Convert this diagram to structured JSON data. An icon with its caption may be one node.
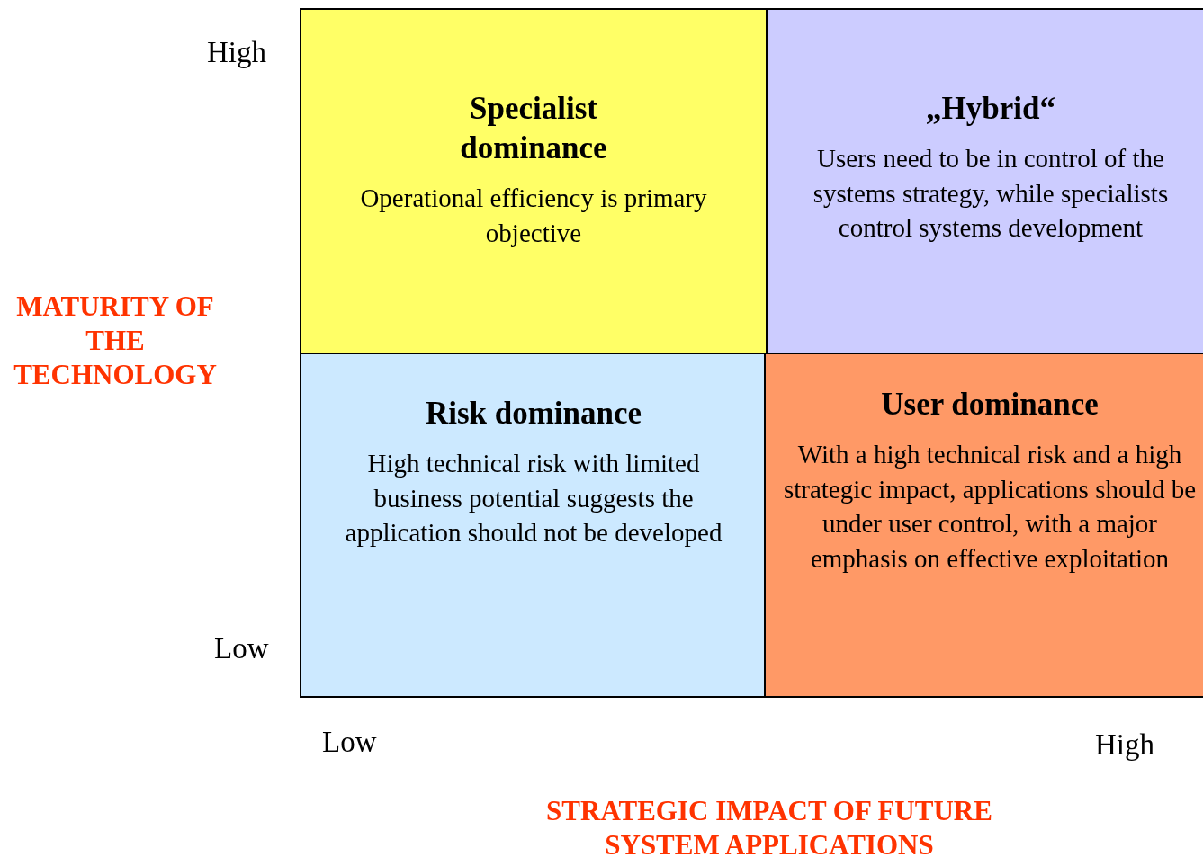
{
  "diagram": {
    "nodes": [
      {
        "text": [
          "Specialist dominance",
          "Operational efficiency is primary objective"
        ]
      },
      {
        "text": [
          "„Hybrid“",
          "Users need to be in control of the systems strategy, while specialists control systems development"
        ]
      },
      {
        "text": [
          "Risk dominance",
          "High technical risk with limited business potential suggests the application should not be developed"
        ]
      },
      {
        "text": [
          "User dominance",
          "With a high technical risk and a high strategic impact, applications should be under user control, with a major emphasis on effective exploitation"
        ]
      }
    ],
    "labels": [
      "High",
      "MATURITY OF THE TECHNOLOGY",
      "Low",
      "Low",
      "High",
      "STRATEGIC IMPACT OF FUTURE SYSTEM APPLICATIONS"
    ]
  }
}
